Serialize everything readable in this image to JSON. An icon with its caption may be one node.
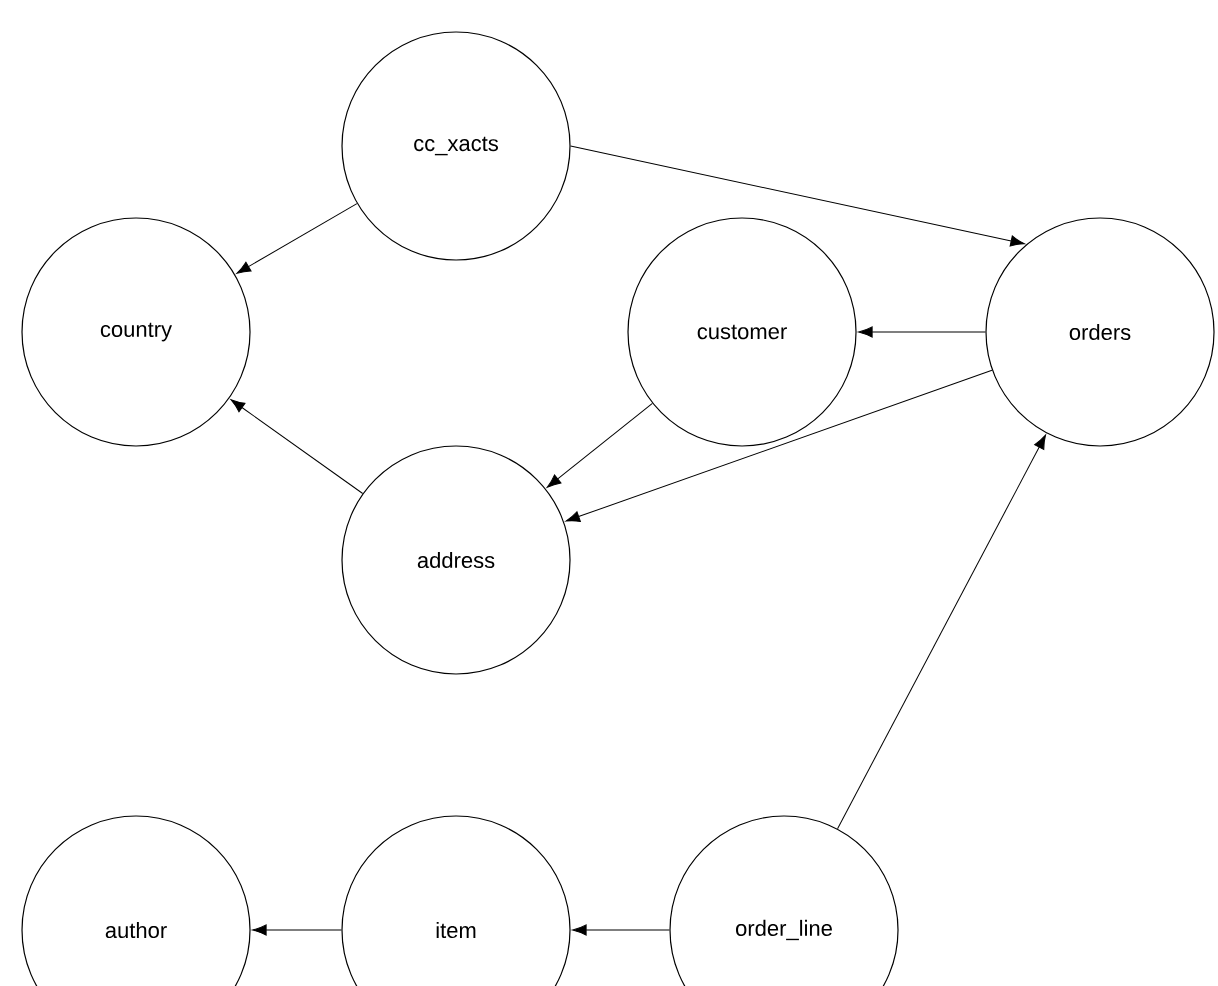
{
  "diagram": {
    "nodes": [
      {
        "text": [
          "cc_xacts"
        ]
      },
      {
        "text": [
          "country"
        ]
      },
      {
        "text": [
          "customer"
        ]
      },
      {
        "text": [
          "orders"
        ]
      },
      {
        "text": [
          "address"
        ]
      },
      {
        "text": [
          "author"
        ]
      },
      {
        "text": [
          "item"
        ]
      },
      {
        "text": [
          "order_line"
        ]
      }
    ],
    "edges": [
      {
        "from": 0,
        "to": 1,
        "arrow": "to"
      },
      {
        "from": 0,
        "to": 3,
        "arrow": "to"
      },
      {
        "from": 3,
        "to": 2,
        "arrow": "to"
      },
      {
        "from": 2,
        "to": 4,
        "arrow": "to"
      },
      {
        "from": 3,
        "to": 4,
        "arrow": "to"
      },
      {
        "from": 4,
        "to": 1,
        "arrow": "to"
      },
      {
        "from": 7,
        "to": 3,
        "arrow": "to"
      },
      {
        "from": 7,
        "to": 6,
        "arrow": "to"
      },
      {
        "from": 6,
        "to": 5,
        "arrow": "to"
      }
    ]
  }
}
